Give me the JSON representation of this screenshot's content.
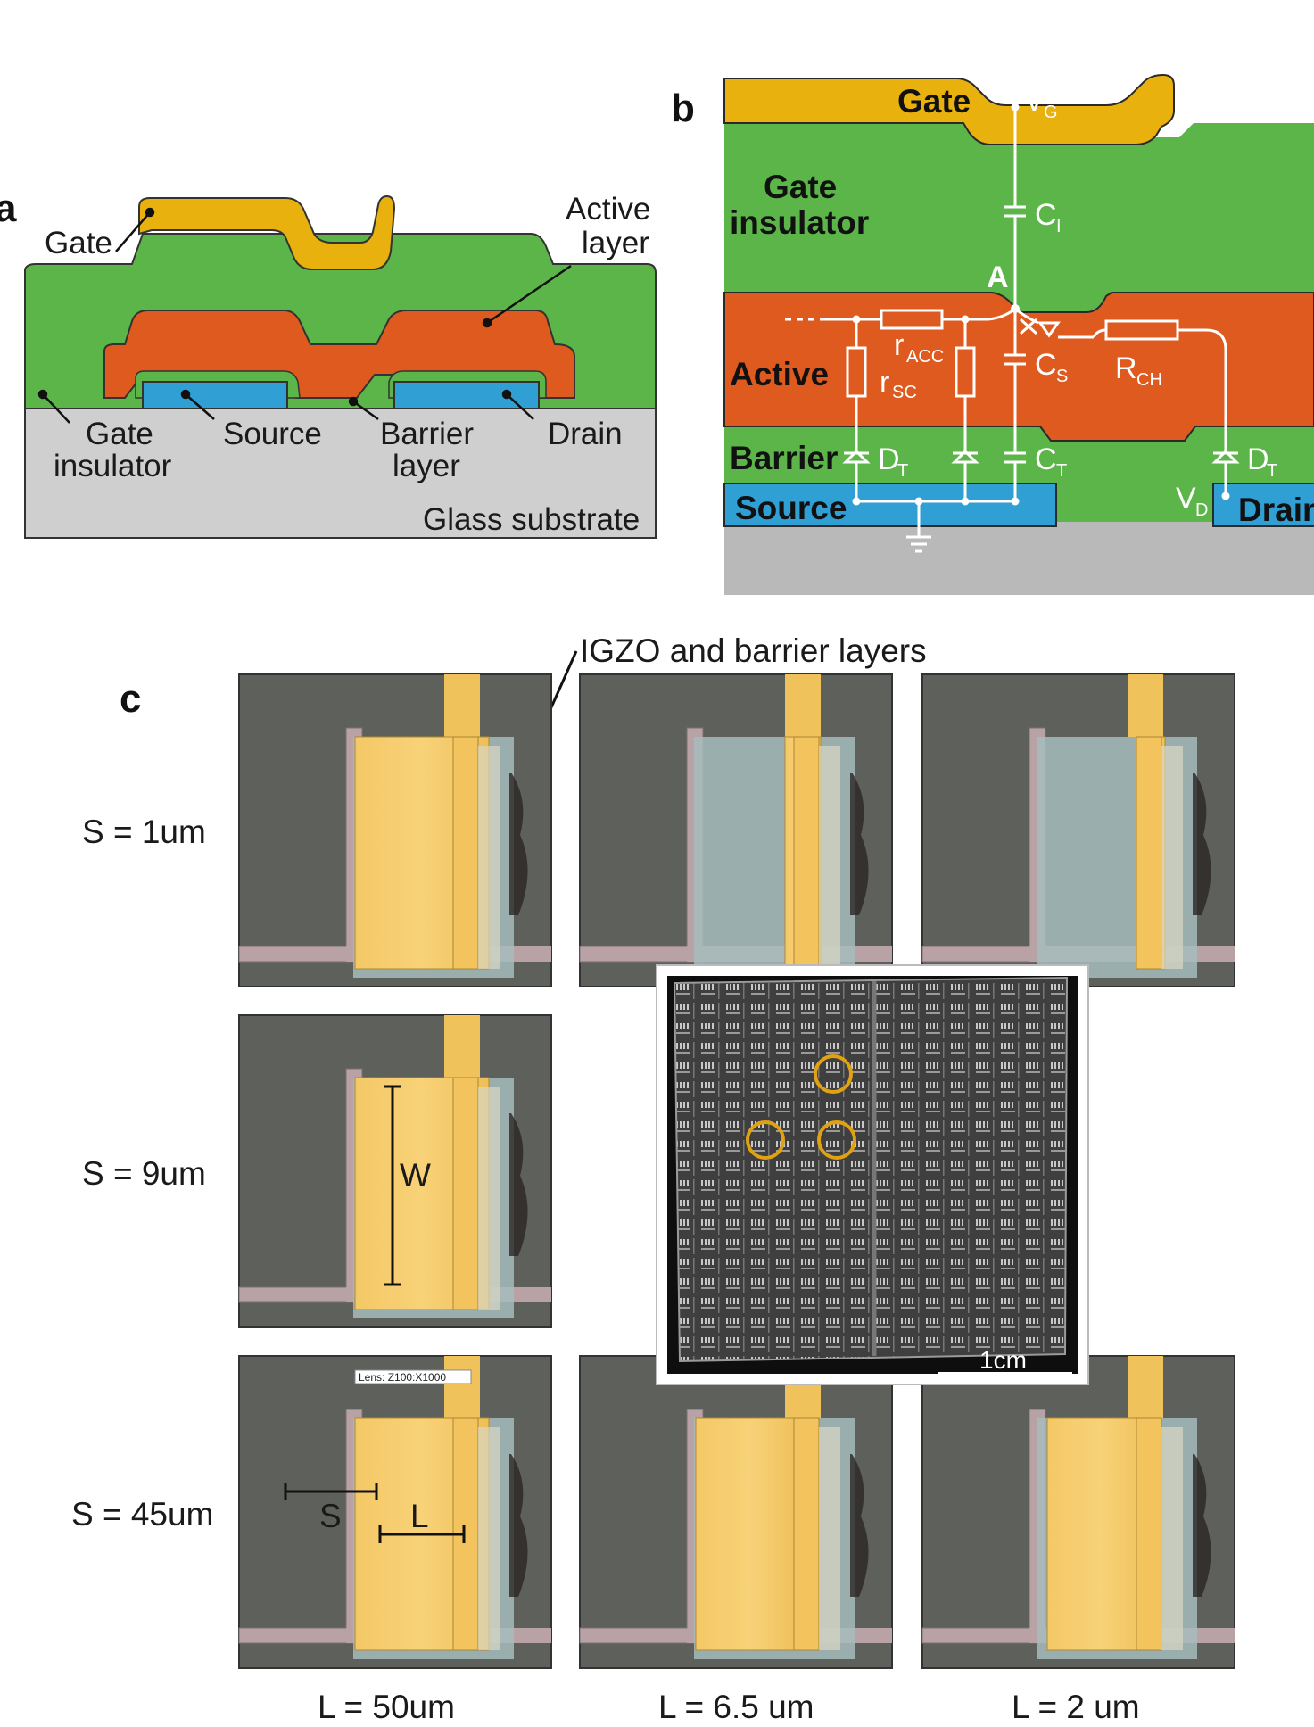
{
  "panel_a": {
    "letter": "a",
    "labels": {
      "gate": "Gate",
      "active_1": "Active",
      "active_2": "layer",
      "gate_ins_1": "Gate",
      "gate_ins_2": "insulator",
      "source": "Source",
      "barrier_1": "Barrier",
      "barrier_2": "layer",
      "drain": "Drain",
      "glass": "Glass substrate"
    }
  },
  "panel_b": {
    "letter": "b",
    "labels": {
      "gate": "Gate",
      "vg": "V",
      "vg_sub": "G",
      "gi_1": "Gate",
      "gi_2": "insulator",
      "ci": "C",
      "ci_sub": "I",
      "node_a": "A",
      "active": "Active",
      "racc": "r",
      "racc_sub": "ACC",
      "rsc": "r",
      "rsc_sub": "SC",
      "cs": "C",
      "cs_sub": "S",
      "rch": "R",
      "rch_sub": "CH",
      "barrier": "Barrier",
      "dt_left": "D",
      "dt_left_sub": "T",
      "ct": "C",
      "ct_sub": "T",
      "dt_right": "D",
      "dt_right_sub": "T",
      "source": "Source",
      "vd": "V",
      "vd_sub": "D",
      "drain": "Drain"
    }
  },
  "panel_c": {
    "letter": "c",
    "annotation": "IGZO and barrier layers",
    "rows": [
      "S = 1um",
      "S = 9um",
      "S = 45um"
    ],
    "columns": [
      "L = 50um",
      "L = 6.5 um",
      "L = 2 um"
    ],
    "w_label": "W",
    "s_label": "S",
    "l_label": "L",
    "lens_text": "Lens: Z100:X1000",
    "scale_bar": "1cm"
  },
  "colors": {
    "gate_gold": "#e8b10e",
    "insulator_green": "#5cb548",
    "active_orange": "#df5a1e",
    "electrode_blue": "#2f9fd4",
    "substrate_grey": "#cfcfcf",
    "circle_ring": "#e0a112"
  }
}
